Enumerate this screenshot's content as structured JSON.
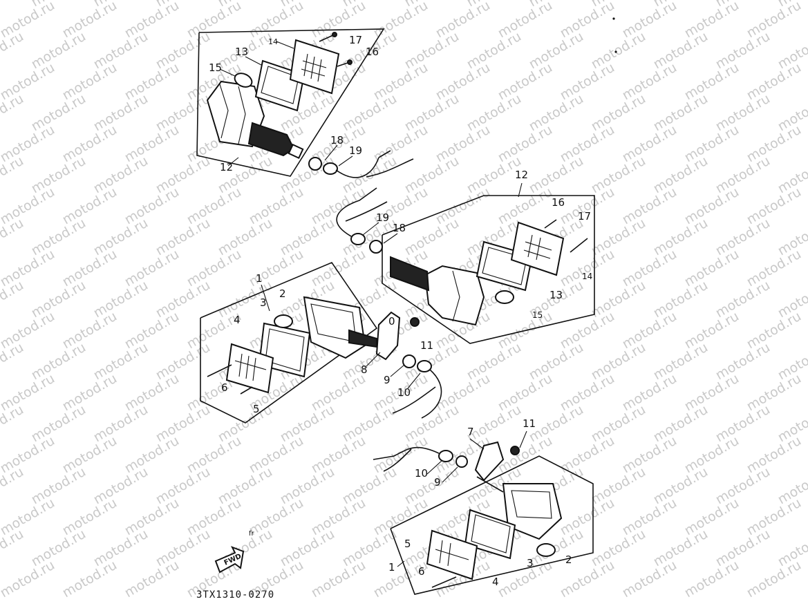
{
  "watermark": "motod.ru",
  "drawing_code": "3TX1310-0270",
  "fwd_arrow_label": "FWD",
  "small_mark": "fr",
  "assemblies": {
    "rear_left": {
      "labels": [
        "12",
        "13",
        "14",
        "15",
        "16",
        "17",
        "18",
        "19"
      ]
    },
    "rear_right": {
      "labels": [
        "12",
        "13",
        "14",
        "15",
        "16",
        "17",
        "18",
        "19"
      ]
    },
    "front_left": {
      "labels": [
        "1",
        "2",
        "3",
        "4",
        "5",
        "6",
        "8",
        "9",
        "10",
        "11",
        "0"
      ]
    },
    "front_right": {
      "labels": [
        "1",
        "2",
        "3",
        "4",
        "5",
        "6",
        "7",
        "9",
        "10",
        "11"
      ]
    }
  }
}
